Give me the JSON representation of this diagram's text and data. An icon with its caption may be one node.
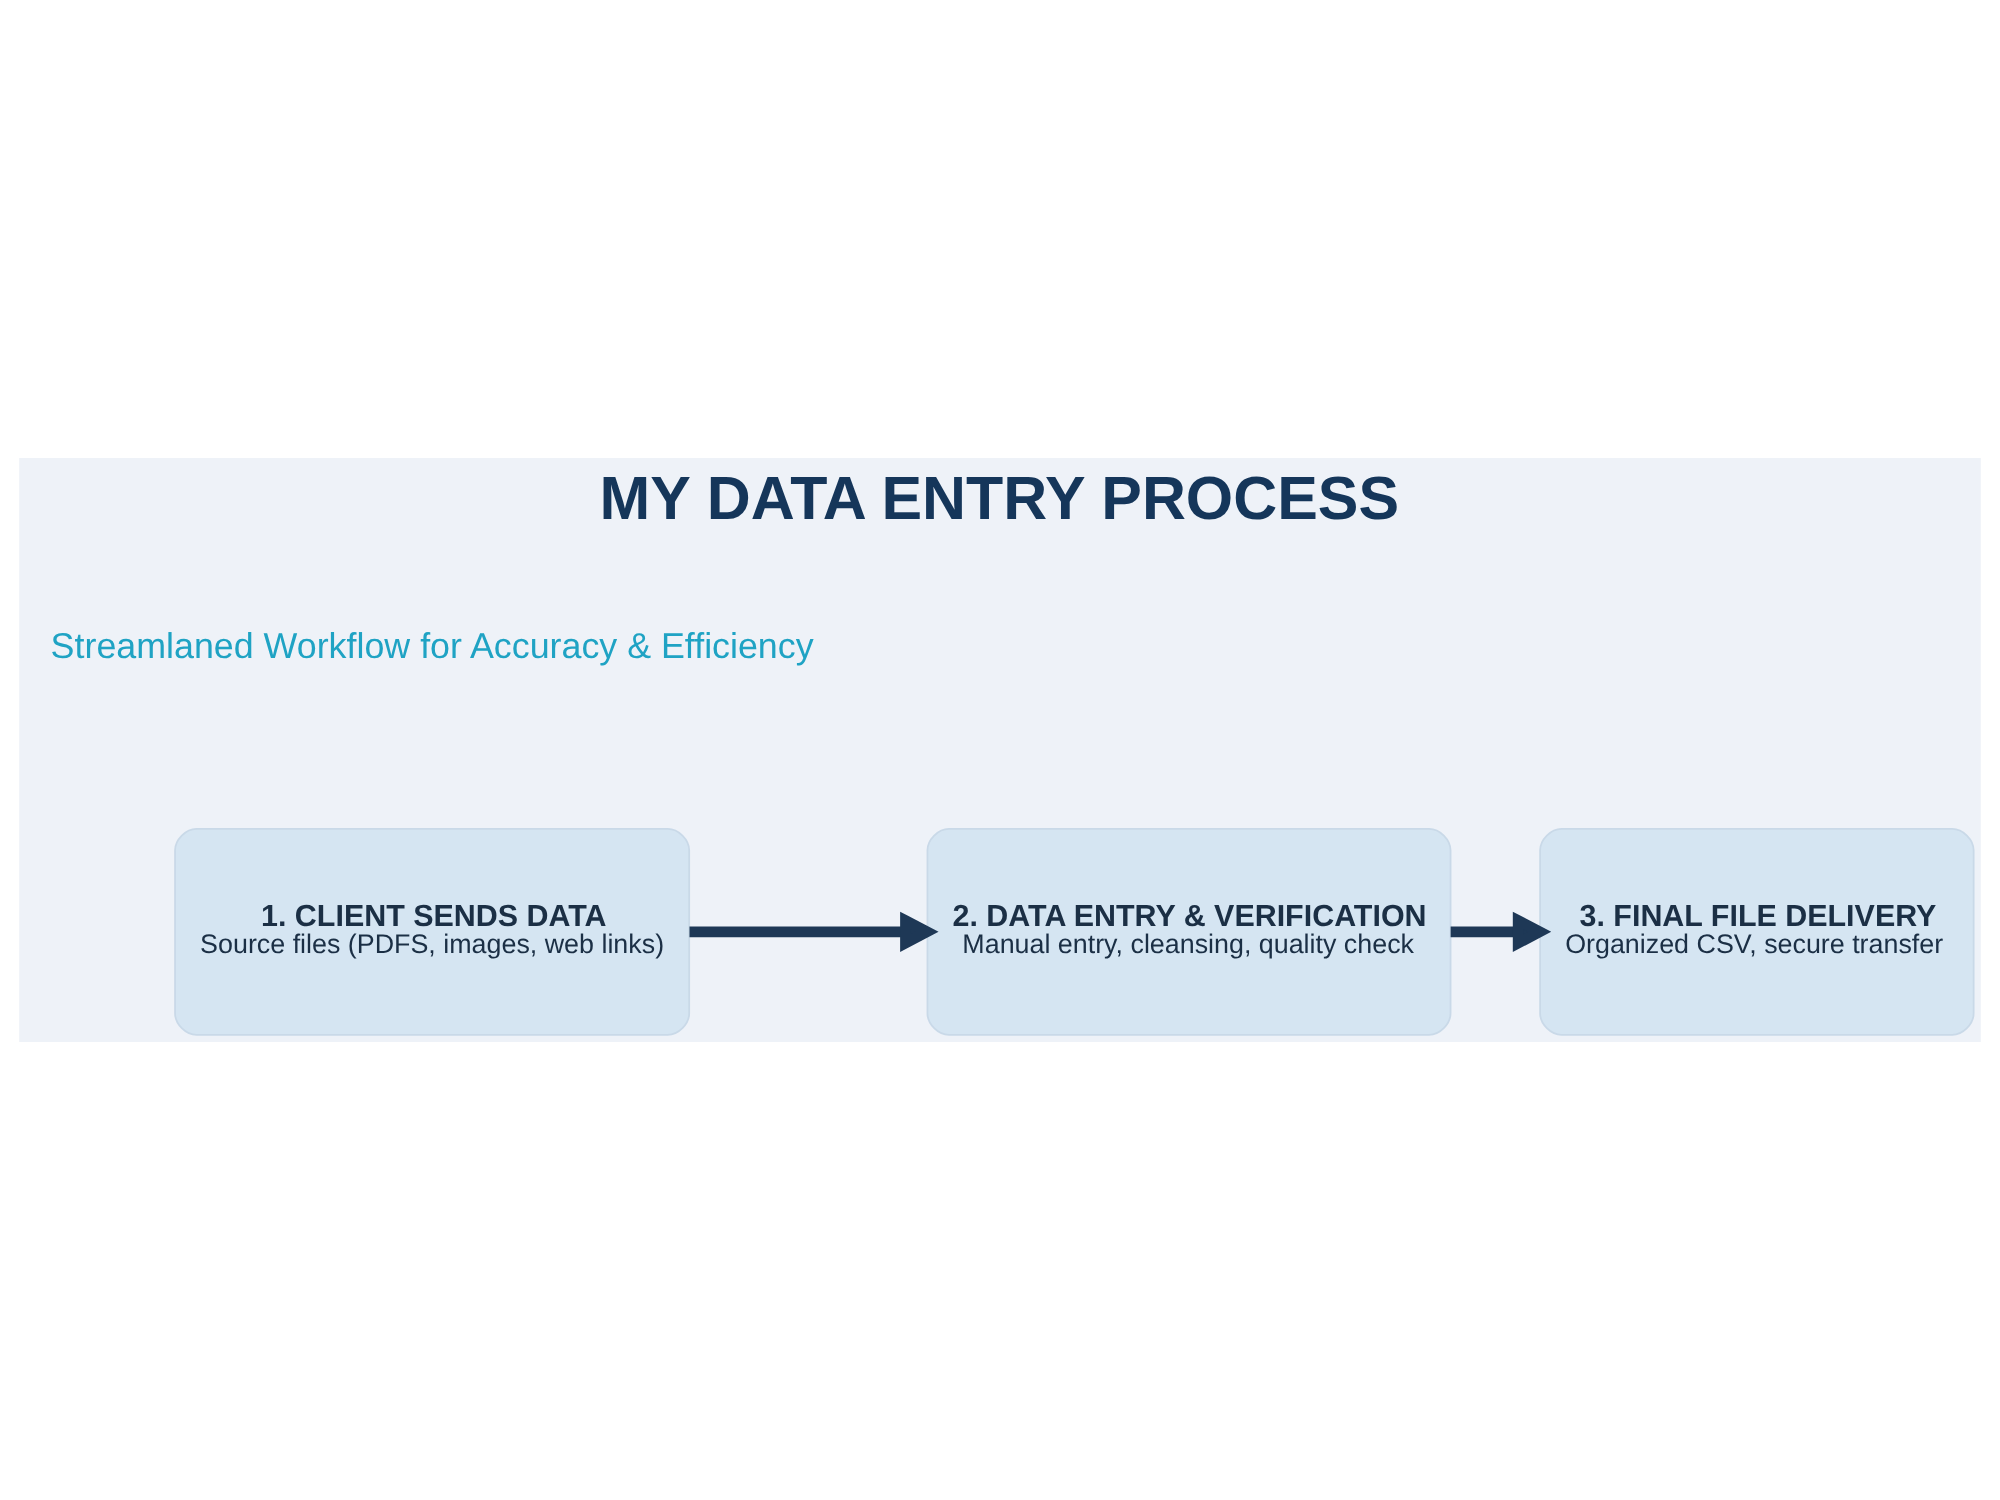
{
  "diagram": {
    "title": "MY DATA ENTRY PROCESS",
    "nodes": [
      {
        "text": [
          "1. CLIENT SENDS DATA",
          "Source files (PDFS, images, web links)"
        ]
      },
      {
        "text": [
          "2. DATA ENTRY & VERIFICATION",
          "Manual entry, cleansing, quality check"
        ]
      },
      {
        "text": [
          "3. FINAL FILE DELIVERY",
          "Organized CSV, secure transfer"
        ]
      }
    ],
    "edges": [
      {
        "from": 0,
        "to": 1,
        "arrow": "to"
      },
      {
        "from": 1,
        "to": 2,
        "arrow": "to"
      }
    ],
    "labels": [
      "Streamlaned Workflow for Accuracy & Efficiency"
    ]
  }
}
